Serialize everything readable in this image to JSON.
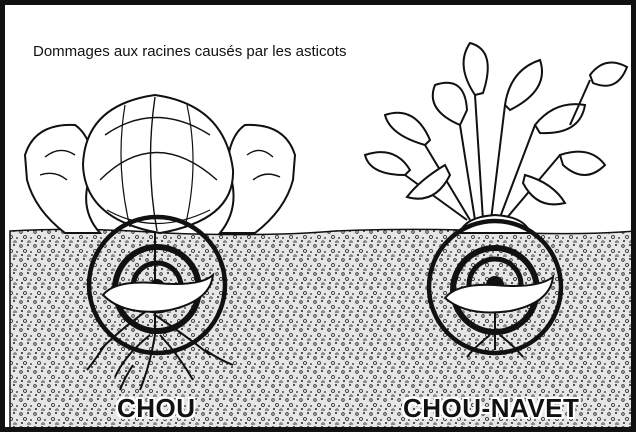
{
  "title": "Dommages aux racines causés par les asticots",
  "plants": [
    {
      "name": "CHOU",
      "icon": "cabbage-icon"
    },
    {
      "name": "CHOU-NAVET",
      "icon": "rutabaga-icon"
    }
  ],
  "colors": {
    "ink": "#111111",
    "soil_bg": "#e6e6e6",
    "paper": "#ffffff"
  }
}
